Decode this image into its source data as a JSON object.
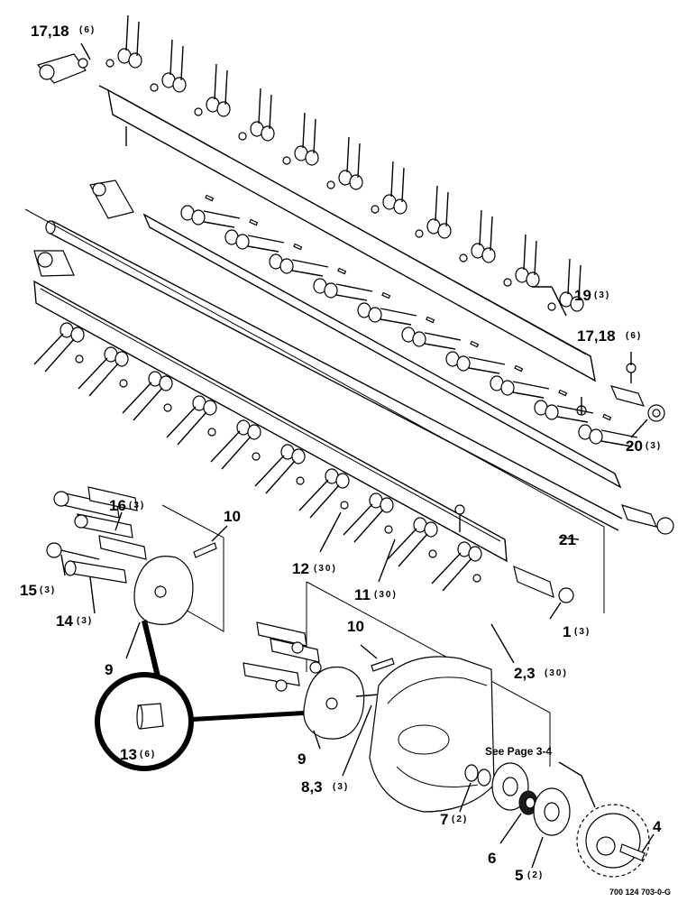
{
  "callouts": {
    "c17_top": {
      "num": "17,18",
      "qty": "(6)"
    },
    "c17_right": {
      "num": "17,18",
      "qty": "(6)"
    },
    "c19": {
      "num": "19",
      "qty": "(3)"
    },
    "c20": {
      "num": "20",
      "qty": "(3)"
    },
    "c21": {
      "num": "21",
      "qty": ""
    },
    "c16": {
      "num": "16",
      "qty": "(3)"
    },
    "c10a": {
      "num": "10",
      "qty": ""
    },
    "c12": {
      "num": "12",
      "qty": "(30)"
    },
    "c11": {
      "num": "11",
      "qty": "(30)"
    },
    "c15": {
      "num": "15",
      "qty": "(3)"
    },
    "c14": {
      "num": "14",
      "qty": "(3)"
    },
    "c1": {
      "num": "1",
      "qty": "(3)"
    },
    "c9a": {
      "num": "9",
      "qty": ""
    },
    "c10b": {
      "num": "10",
      "qty": ""
    },
    "c23": {
      "num": "2,3",
      "qty": "(30)"
    },
    "c13": {
      "num": "13",
      "qty": "(6)"
    },
    "c9b": {
      "num": "9",
      "qty": ""
    },
    "c83": {
      "num": "8,3",
      "qty": "(3)"
    },
    "c7": {
      "num": "7",
      "qty": "(2)"
    },
    "c6": {
      "num": "6",
      "qty": ""
    },
    "c5": {
      "num": "5",
      "qty": "(2)"
    },
    "c4": {
      "num": "4",
      "qty": ""
    }
  },
  "see_page": "See Page 3-4",
  "drawing_ref": "700 124 703-0-G"
}
